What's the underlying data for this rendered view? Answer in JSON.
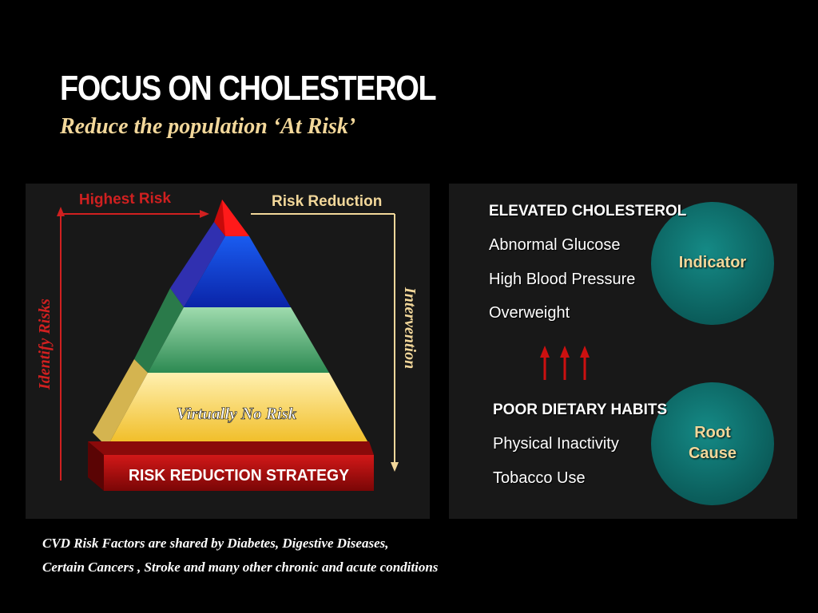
{
  "slide": {
    "title": "FOCUS ON CHOLESTEROL",
    "subtitle": "Reduce the population ‘At Risk’"
  },
  "pyramid": {
    "top_label": "Highest Risk",
    "top_right_label": "Risk Reduction",
    "left_axis_label": "Identify Risks",
    "right_axis_label": "Intervention",
    "base_level_label": "Virtually No Risk",
    "base_banner": "RISK  REDUCTION STRATEGY",
    "colors": {
      "tip": "#e01010",
      "blue": "#1040d8",
      "green": "#3a9a60",
      "yellow": "#f4c840",
      "banner": "#b00a0a",
      "red_arrow": "#d02020",
      "cream_arrow": "#f2d79a"
    }
  },
  "factors": {
    "indicator_heading": "ELEVATED CHOLESTEROL",
    "indicator_items": [
      "Abnormal Glucose",
      "High Blood Pressure",
      "Overweight"
    ],
    "indicator_circle": "Indicator",
    "root_heading": "POOR DIETARY HABITS",
    "root_items": [
      "Physical Inactivity",
      "Tobacco Use"
    ],
    "root_circle_line1": "Root",
    "root_circle_line2": "Cause",
    "circle_color": "#0e7070",
    "arrow_color": "#cc1010"
  },
  "footnote": {
    "line1": "CVD Risk Factors are shared by Diabetes, Digestive Diseases,",
    "line2": "Certain Cancers , Stroke and many other chronic and acute conditions"
  }
}
